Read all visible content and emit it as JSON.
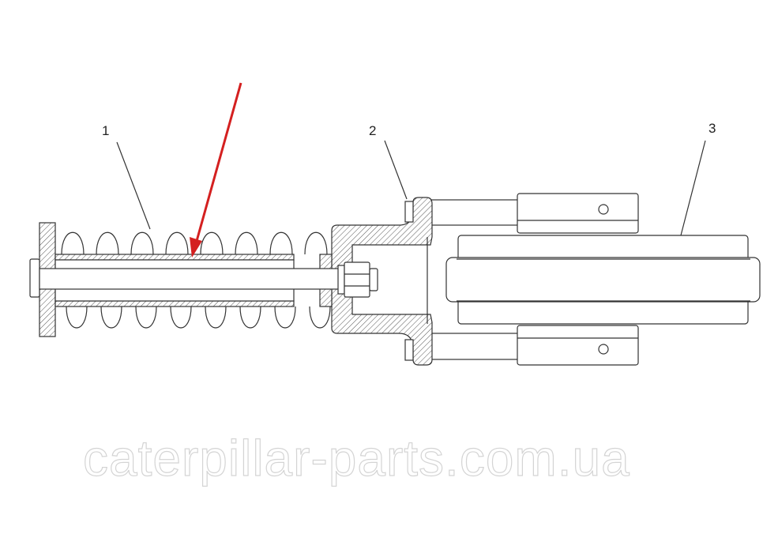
{
  "labels": {
    "part1": "1",
    "part2": "2",
    "part3": "3"
  },
  "watermark": "caterpillar-parts.com.ua",
  "colors": {
    "arrow": "#d42020",
    "line": "#333333",
    "watermark": "#d4d4d4"
  }
}
